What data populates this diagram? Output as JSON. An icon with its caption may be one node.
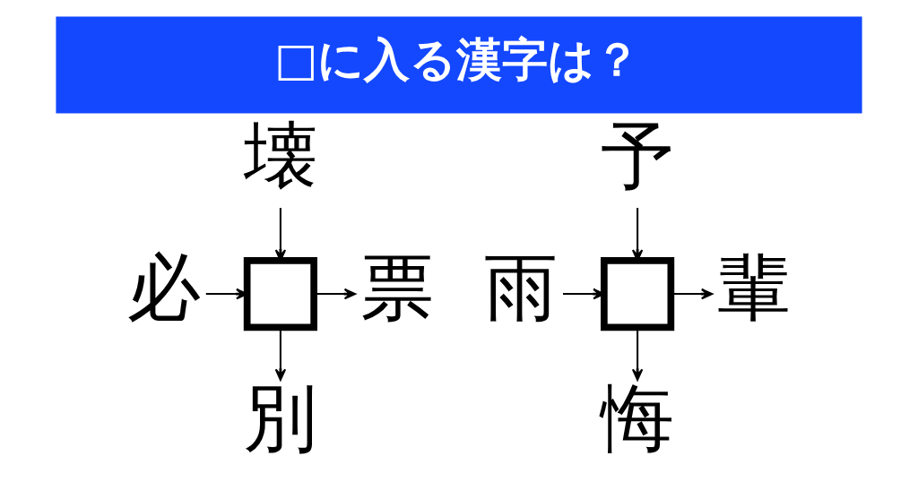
{
  "diagram": {
    "title": "□に入る漢字は？",
    "nodes": [
      {
        "text": [
          "壊"
        ]
      },
      {
        "text": [
          "必"
        ]
      },
      {
        "text": [],
        "shape": "box"
      },
      {
        "text": [
          "票"
        ]
      },
      {
        "text": [
          "別"
        ]
      },
      {
        "text": [
          "予"
        ]
      },
      {
        "text": [
          "雨"
        ]
      },
      {
        "text": [],
        "shape": "box"
      },
      {
        "text": [
          "輩"
        ]
      },
      {
        "text": [
          "悔"
        ]
      }
    ],
    "edges": [
      {
        "from": 0,
        "to": 2,
        "arrow": "to"
      },
      {
        "from": 1,
        "to": 2,
        "arrow": "to"
      },
      {
        "from": 2,
        "to": 3,
        "arrow": "to"
      },
      {
        "from": 2,
        "to": 4,
        "arrow": "to"
      },
      {
        "from": 5,
        "to": 7,
        "arrow": "to"
      },
      {
        "from": 6,
        "to": 7,
        "arrow": "to"
      },
      {
        "from": 7,
        "to": 8,
        "arrow": "to"
      },
      {
        "from": 7,
        "to": 9,
        "arrow": "to"
      }
    ]
  }
}
